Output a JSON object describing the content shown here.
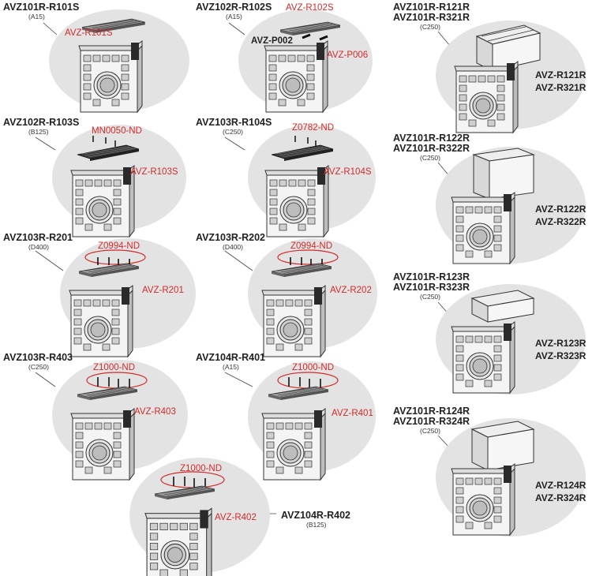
{
  "kits": [
    {
      "code": "AVZ101R-R101S",
      "class": "(A15)",
      "labels": [
        "AVZ-R101S"
      ]
    },
    {
      "code": "AVZ102R-R102S",
      "class": "(A15)",
      "labels": [
        "AVZ-R102S",
        "AVZ-P006"
      ],
      "black_labels": [
        "AVZ-P002"
      ]
    },
    {
      "code": "AVZ102R-R103S",
      "class": "(B125)",
      "labels": [
        "MN0050-ND",
        "AVZ-R103S"
      ]
    },
    {
      "code": "AVZ103R-R104S",
      "class": "(C250)",
      "labels": [
        "Z0782-ND",
        "AVZ-R104S"
      ]
    },
    {
      "code": "AVZ103R-R201",
      "class": "(D400)",
      "labels": [
        "Z0994-ND",
        "AVZ-R201"
      ]
    },
    {
      "code": "AVZ103R-R202",
      "class": "(D400)",
      "labels": [
        "Z0994-ND",
        "AVZ-R202"
      ]
    },
    {
      "code": "AVZ103R-R403",
      "class": "(C250)",
      "labels": [
        "Z1000-ND",
        "AVZ-R403"
      ]
    },
    {
      "code": "AVZ104R-R401",
      "class": "(A15)",
      "labels": [
        "Z1000-ND",
        "AVZ-R401"
      ]
    },
    {
      "code": "AVZ104R-R402",
      "class": "(B125)",
      "labels": [
        "Z1000-ND",
        "AVZ-R402"
      ]
    }
  ],
  "side_kits": [
    {
      "codes": [
        "AVZ101R-R121R",
        "AVZ101R-R321R"
      ],
      "class": "(C250)",
      "parts": [
        "AVZ-R121R",
        "AVZ-R321R"
      ]
    },
    {
      "codes": [
        "AVZ101R-R122R",
        "AVZ101R-R322R"
      ],
      "class": "(C250)",
      "parts": [
        "AVZ-R122R",
        "AVZ-R322R"
      ]
    },
    {
      "codes": [
        "AVZ101R-R123R",
        "AVZ101R-R323R"
      ],
      "class": "(C250)",
      "parts": [
        "AVZ-R123R",
        "AVZ-R323R"
      ]
    },
    {
      "codes": [
        "AVZ101R-R124R",
        "AVZ101R-R324R"
      ],
      "class": "(C250)",
      "parts": [
        "AVZ-R124R",
        "AVZ-R324R"
      ]
    }
  ],
  "colors": {
    "accent_red": "#d42a2a",
    "circle_gray": "#e3e3e3",
    "text": "#222222"
  }
}
